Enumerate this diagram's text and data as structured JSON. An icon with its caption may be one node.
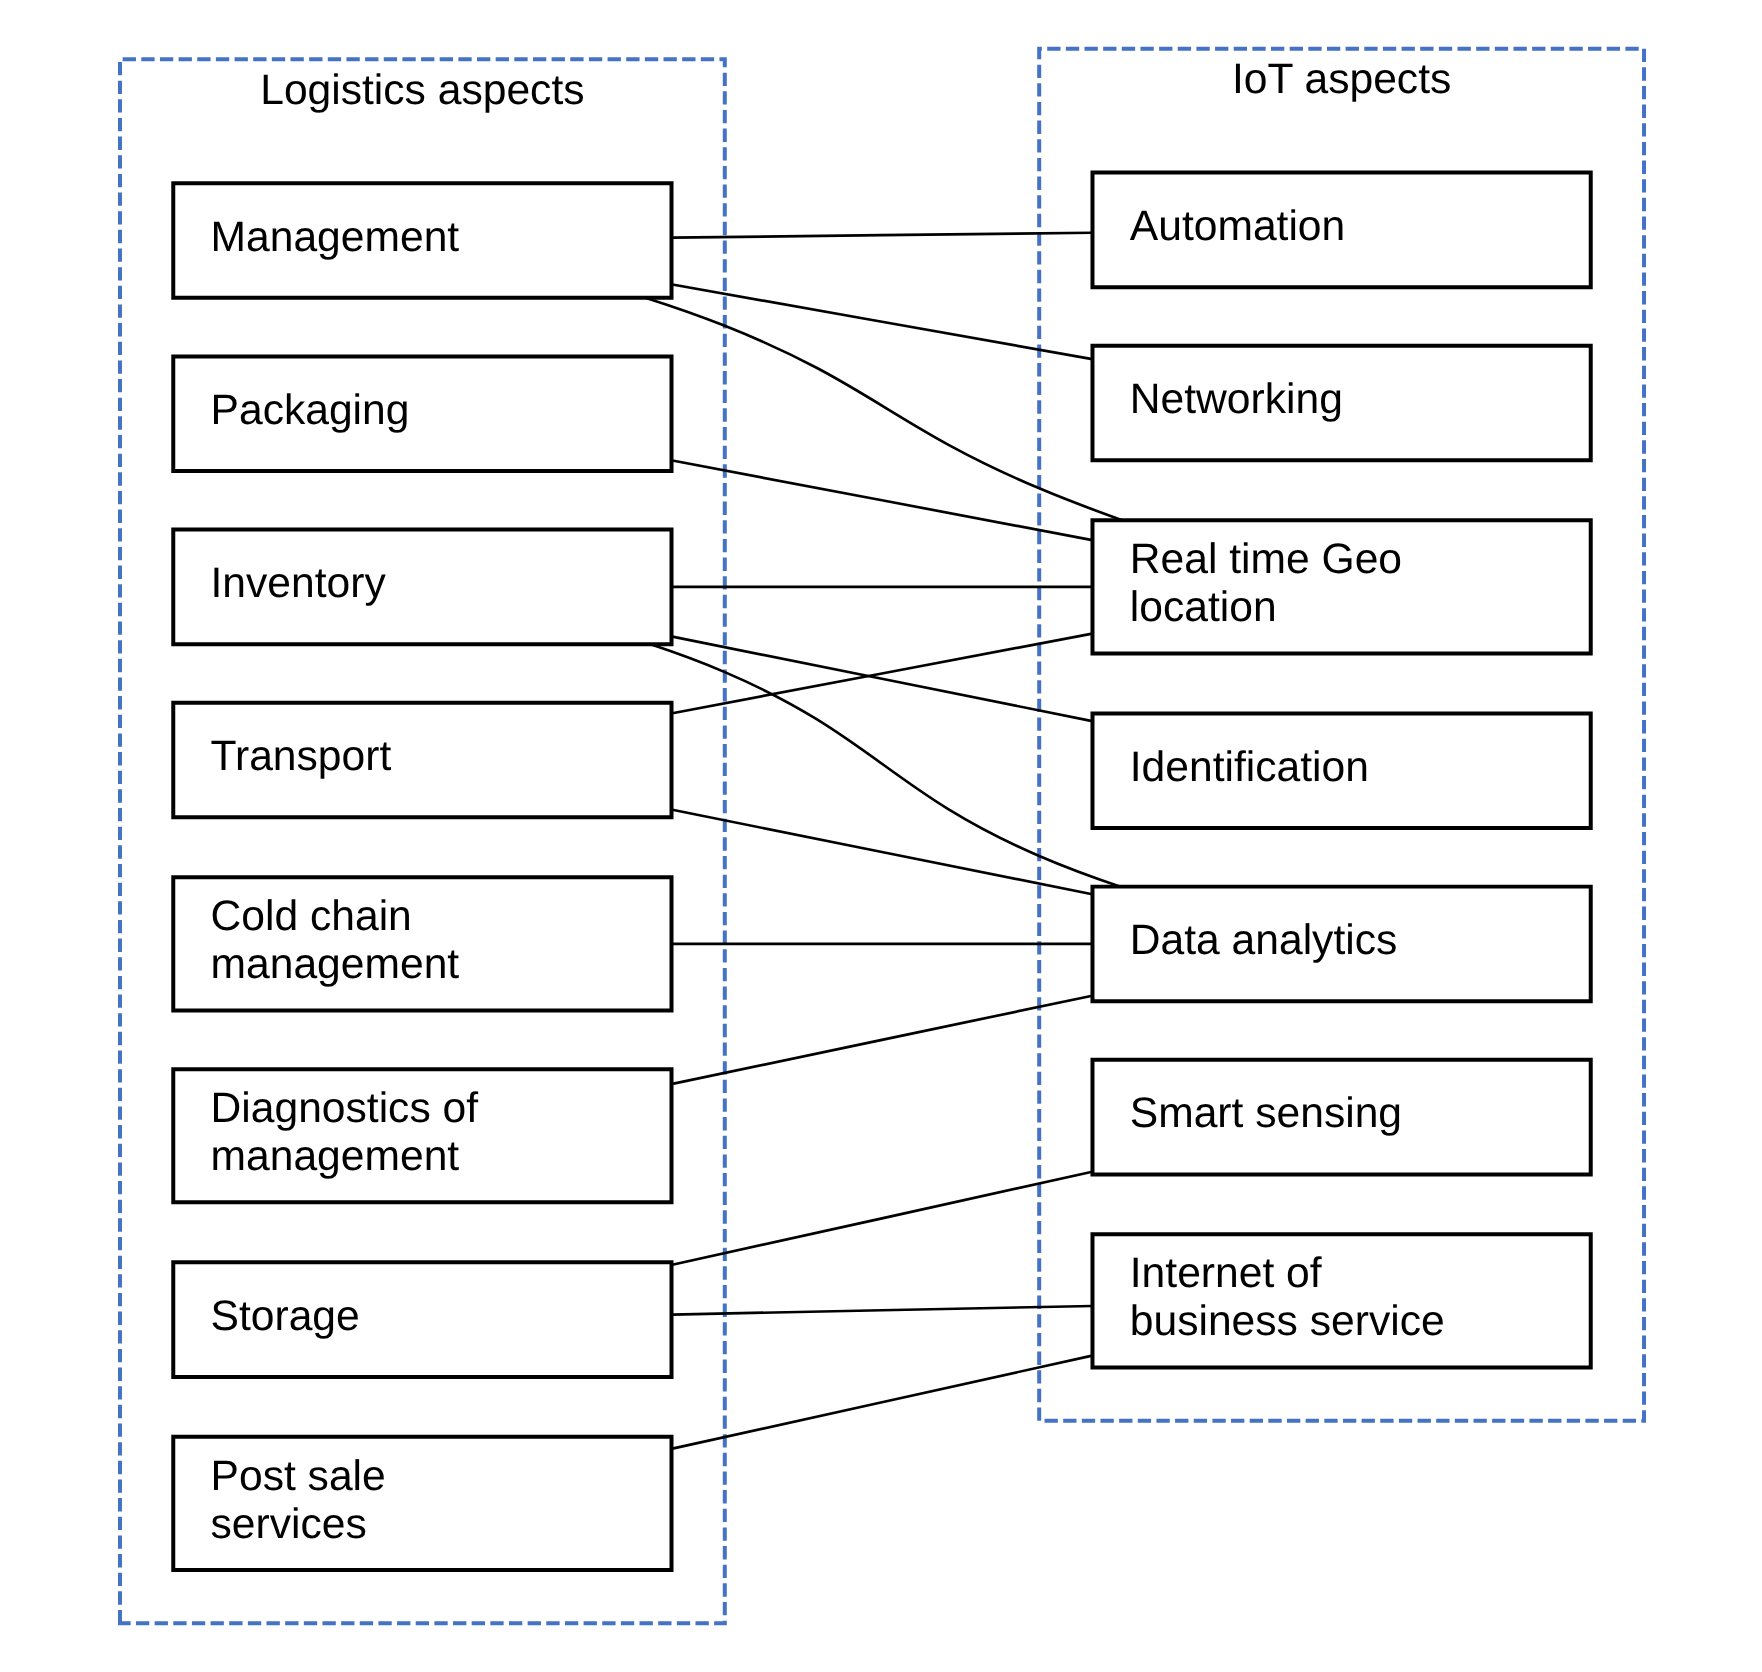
{
  "diagram": {
    "nodes": [
      {
        "text": [
          "Logistics aspects"
        ]
      },
      {
        "text": [
          "Management"
        ],
        "in": 0
      },
      {
        "text": [
          "Packaging"
        ],
        "in": 0
      },
      {
        "text": [
          "Storage"
        ],
        "in": 0
      },
      {
        "text": [
          "Transport"
        ],
        "in": 0
      },
      {
        "text": [
          "Inventory"
        ],
        "in": 0
      },
      {
        "text": [
          "Cold chain management"
        ],
        "in": 0
      },
      {
        "text": [
          "Diagnostics of management"
        ],
        "in": 0
      },
      {
        "text": [
          "Post sale services"
        ],
        "in": 0
      },
      {
        "text": [
          "IoT aspects"
        ]
      },
      {
        "text": [
          "Automation"
        ],
        "in": 9
      },
      {
        "text": [
          "Identification"
        ],
        "in": 9
      },
      {
        "text": [
          "Real time Geo location"
        ],
        "in": 9
      },
      {
        "text": [
          "Smart sensing"
        ],
        "in": 9
      },
      {
        "text": [
          "Networking"
        ],
        "in": 9
      },
      {
        "text": [
          "Data analytics"
        ],
        "in": 9
      },
      {
        "text": [
          "Internet of business service"
        ],
        "in": 9
      }
    ],
    "edges": [
      {
        "from": 1,
        "to": 10,
        "arrow": "none"
      },
      {
        "from": 1,
        "to": 12,
        "arrow": "none"
      },
      {
        "from": 1,
        "to": 14,
        "arrow": "none"
      },
      {
        "from": 2,
        "to": 12,
        "arrow": "none"
      },
      {
        "from": 3,
        "to": 16,
        "arrow": "none"
      },
      {
        "from": 3,
        "to": 13,
        "arrow": "none"
      },
      {
        "from": 4,
        "to": 12,
        "arrow": "none"
      },
      {
        "from": 4,
        "to": 15,
        "arrow": "none"
      },
      {
        "from": 5,
        "to": 11,
        "arrow": "none"
      },
      {
        "from": 5,
        "to": 12,
        "arrow": "none"
      },
      {
        "from": 5,
        "to": 15,
        "arrow": "none"
      },
      {
        "from": 6,
        "to": 15,
        "arrow": "none"
      },
      {
        "from": 7,
        "to": 15,
        "arrow": "none"
      },
      {
        "from": 8,
        "to": 16,
        "arrow": "none"
      }
    ]
  }
}
